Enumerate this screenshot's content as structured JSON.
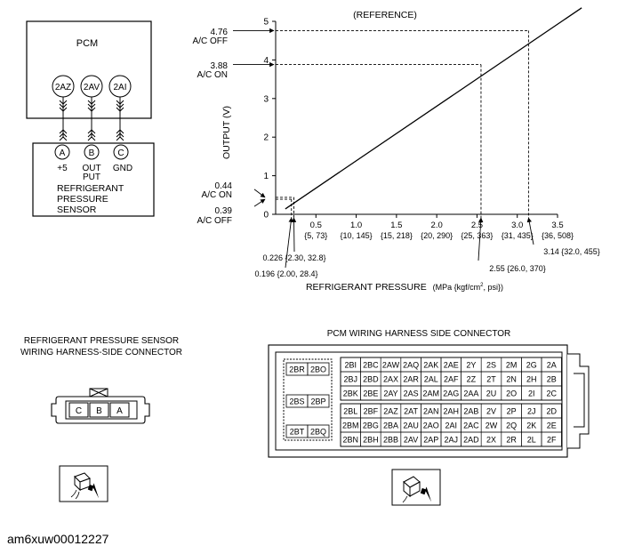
{
  "pcm_diagram": {
    "module_label": "PCM",
    "pcm_pins": [
      "2AZ",
      "2AV",
      "2AI"
    ],
    "sensor_pins": [
      "A",
      "B",
      "C"
    ],
    "pin_functions": [
      "+5",
      "OUT",
      "PUT",
      "GND"
    ],
    "sensor_name": [
      "REFRIGERANT",
      "PRESSURE",
      "SENSOR"
    ]
  },
  "chart_data": {
    "type": "line",
    "title": "(REFERENCE)",
    "ylabel": "OUTPUT (V)",
    "xlabel": "REFRIGERANT PRESSURE",
    "xunit_pre": "(MPa {kgf/cm",
    "xunit_sup": "2",
    "xunit_post": ", psi})",
    "xlim": [
      0,
      3.5
    ],
    "ylim": [
      0,
      5
    ],
    "y_ticks": [
      "0",
      "1",
      "2",
      "3",
      "4",
      "5"
    ],
    "x_ticks": [
      {
        "mpa": "0.5",
        "alt": "{5, 73}"
      },
      {
        "mpa": "1.0",
        "alt": "{10, 145}"
      },
      {
        "mpa": "1.5",
        "alt": "{15, 218}"
      },
      {
        "mpa": "2.0",
        "alt": "{20, 290}"
      },
      {
        "mpa": "2.5",
        "alt": "{25, 363}"
      },
      {
        "mpa": "3.0",
        "alt": "{31, 435}"
      },
      {
        "mpa": "3.5",
        "alt": "{36, 508}"
      }
    ],
    "series": [
      {
        "x": [
          0.12,
          3.8
        ],
        "y": [
          0.14,
          5.35
        ]
      }
    ],
    "annotations": {
      "v476": "4.76",
      "v476_label": "A/C OFF",
      "v388": "3.88",
      "v388_label": "A/C ON",
      "v044": "0.44",
      "v044_label": "A/C ON",
      "v039": "0.39",
      "v039_label": "A/C OFF",
      "p0196": "0.196 {2.00, 28.4}",
      "p0226": "0.226 {2.30, 32.8}",
      "p255": "2.55 {26.0, 370}",
      "p314": "3.14 {32.0, 455}"
    }
  },
  "sensor_connector": {
    "title_line1": "REFRIGERANT PRESSURE SENSOR",
    "title_line2": "WIRING HARNESS-SIDE CONNECTOR",
    "terminals": [
      "C",
      "B",
      "A"
    ]
  },
  "pcm_connector": {
    "title": "PCM WIRING HARNESS SIDE CONNECTOR",
    "left_block": [
      [
        "2BR",
        "2BO"
      ],
      [
        "2BS",
        "2BP"
      ],
      [
        "2BT",
        "2BQ"
      ]
    ],
    "rows_top": [
      [
        "2BI",
        "2BC",
        "2AW",
        "2AQ",
        "2AK",
        "2AE",
        "2Y",
        "2S",
        "2M",
        "2G",
        "2A"
      ],
      [
        "2BJ",
        "2BD",
        "2AX",
        "2AR",
        "2AL",
        "2AF",
        "2Z",
        "2T",
        "2N",
        "2H",
        "2B"
      ],
      [
        "2BK",
        "2BE",
        "2AY",
        "2AS",
        "2AM",
        "2AG",
        "2AA",
        "2U",
        "2O",
        "2I",
        "2C"
      ]
    ],
    "rows_bottom": [
      [
        "2BL",
        "2BF",
        "2AZ",
        "2AT",
        "2AN",
        "2AH",
        "2AB",
        "2V",
        "2P",
        "2J",
        "2D"
      ],
      [
        "2BM",
        "2BG",
        "2BA",
        "2AU",
        "2AO",
        "2AI",
        "2AC",
        "2W",
        "2Q",
        "2K",
        "2E"
      ],
      [
        "2BN",
        "2BH",
        "2BB",
        "2AV",
        "2AP",
        "2AJ",
        "2AD",
        "2X",
        "2R",
        "2L",
        "2F"
      ]
    ]
  },
  "caption": "am6xuw00012227"
}
